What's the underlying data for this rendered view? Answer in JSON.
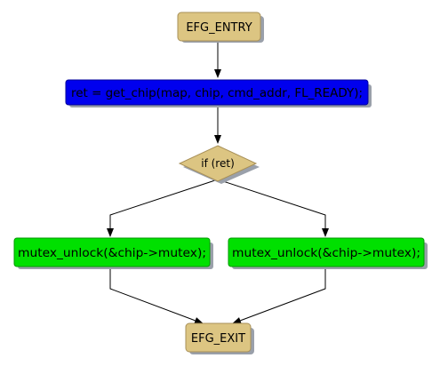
{
  "colors": {
    "terminal_fill": "#dcc582",
    "terminal_stroke": "#a89058",
    "process_fill": "#0000ee",
    "process_stroke": "#00009a",
    "decision_fill": "#dcc582",
    "decision_stroke": "#a89058",
    "action_fill": "#00e000",
    "action_stroke": "#009a00",
    "edge": "#000000",
    "shadow": "#9aa0aa"
  },
  "nodes": {
    "entry": {
      "label": "EFG_ENTRY",
      "shape": "terminal"
    },
    "get_chip": {
      "label": "ret = get_chip(map, chip, cmd_addr, FL_READY);",
      "shape": "process"
    },
    "decision": {
      "label": "if (ret)",
      "shape": "decision"
    },
    "unlock_left": {
      "label": "mutex_unlock(&chip->mutex);",
      "shape": "action"
    },
    "unlock_right": {
      "label": "mutex_unlock(&chip->mutex);",
      "shape": "action"
    },
    "exit": {
      "label": "EFG_EXIT",
      "shape": "terminal"
    }
  }
}
